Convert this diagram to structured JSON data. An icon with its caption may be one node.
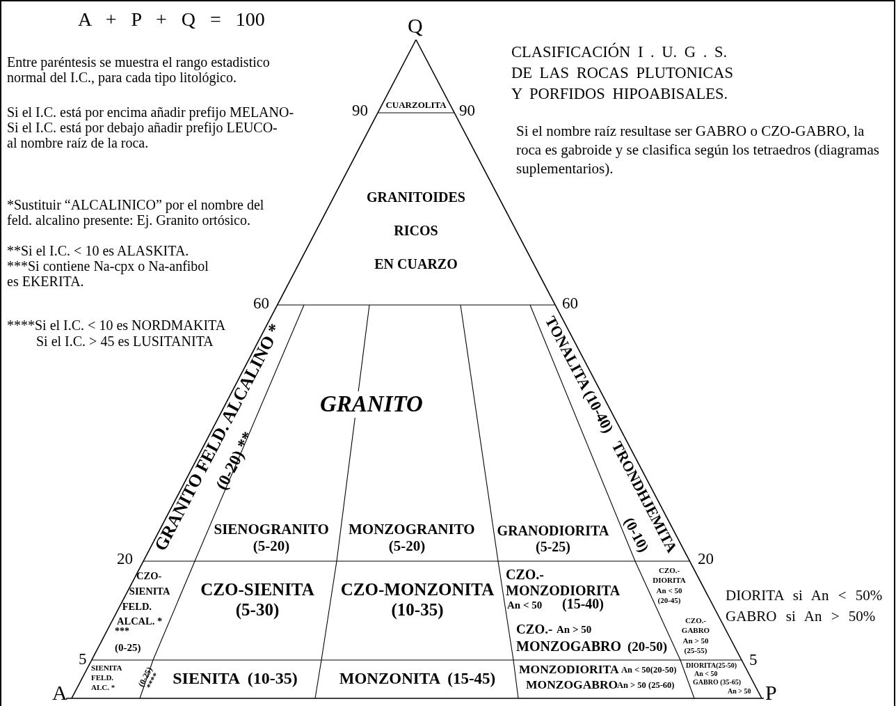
{
  "diagram": {
    "title": "CLASIFICACIÓN I . U. G . S. DE LAS ROCAS PLUTONICAS Y PORFIDOS HIPOABISALES.",
    "nodes": [
      {
        "text": [
          "CUARZOLITA"
        ]
      },
      {
        "text": [
          "GRANITOIDES RICOS EN CUARZO"
        ]
      },
      {
        "text": [
          "GRANITO FELD. ALCALINO *",
          "(0-20) **"
        ]
      },
      {
        "text": [
          "SIENOGRANITO (5-20)"
        ]
      },
      {
        "text": [
          "MONZOGRANITO (5-20)"
        ]
      },
      {
        "text": [
          "GRANODIORITA (5-25)"
        ]
      },
      {
        "text": [
          "TONALITA (10-40)",
          "TRONDHJEMITA",
          "(0-10)"
        ]
      },
      {
        "text": [
          "CZO-SIENITA FELD. ALCAL. *",
          "***",
          "(0-25)"
        ]
      },
      {
        "text": [
          "CZO-SIENITA (5-30)"
        ]
      },
      {
        "text": [
          "CZO-MONZONITA (10-35)"
        ]
      },
      {
        "text": [
          "CZO.- MONZODIORITA",
          "An < 50",
          "(15-40)",
          "CZO.-",
          "An > 50",
          "MONZOGABRO",
          "(20-50)"
        ]
      },
      {
        "text": [
          "CZO.- DIORITA An < 50 (20-45)",
          "CZO.- GABRO An > 50 (25-55)"
        ]
      },
      {
        "text": [
          "SIENITA FELD. ALC. *",
          "(0-25) ****"
        ]
      },
      {
        "text": [
          "SIENITA  (10-35)"
        ]
      },
      {
        "text": [
          "MONZONITA  (15-45)"
        ]
      },
      {
        "text": [
          "MONZODIORITA",
          "An < 50(20-50)",
          "MONZOGABRO",
          "An > 50 (25-60)"
        ]
      },
      {
        "text": [
          "DIORITA(25-50)",
          "An < 50",
          "GABRO (35-65)",
          "An > 50"
        ]
      }
    ],
    "labels": [
      "A + P + Q = 100",
      "Q",
      "Entre paréntesis se muestra el rango estadistico normal del I.C., para cada tipo litológico.",
      "Si el I.C. está por encima añadir prefijo MELANO-",
      "Si el I.C. está por debajo añadir prefijo LEUCO-",
      "al nombre raíz de la roca.",
      "Si el nombre raíz resultase ser GABRO o CZO-GABRO, la roca es gabroide y se clasifica según los tetraedros (diagramas suplementarios).",
      "90",
      "90",
      "*Sustituir “ALCALINICO” por el nombre del feld. alcalino presente: Ej. Granito ortósico.",
      "**Si el I.C. < 10 es ALASKITA.",
      "***Si contiene Na-cpx o Na-anfibol es EKERITA.",
      "60",
      "60",
      "****Si el I.C. < 10 es NORDMAKITA",
      "Si el I.C. > 45 es LUSITANITA",
      "GRANITO",
      "20",
      "20",
      "DIORITA si An < 50%",
      "GABRO si An > 50%",
      "5",
      "5",
      "A",
      "P"
    ]
  }
}
